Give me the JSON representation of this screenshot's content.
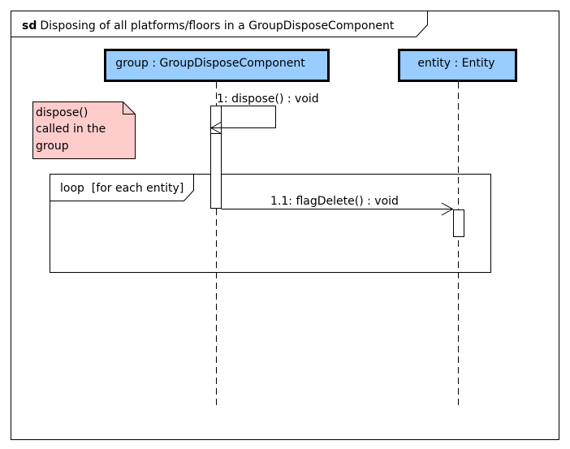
{
  "frame": {
    "keyword": "sd",
    "title": "Disposing of all platforms/floors in a GroupDisposeComponent"
  },
  "lifelines": [
    {
      "label": "group : GroupDisposeComponent"
    },
    {
      "label": "entity : Entity"
    }
  ],
  "note": {
    "lines": [
      "dispose()",
      "called in the",
      "group"
    ]
  },
  "fragment": {
    "label": "loop  [for each entity]"
  },
  "messages": [
    {
      "label": "1: dispose() : void"
    },
    {
      "label": "1.1: flagDelete() : void"
    }
  ],
  "colors": {
    "lifeline_head_fill": "#99ccff",
    "note_fill": "#ffcccc",
    "line": "#000000"
  }
}
